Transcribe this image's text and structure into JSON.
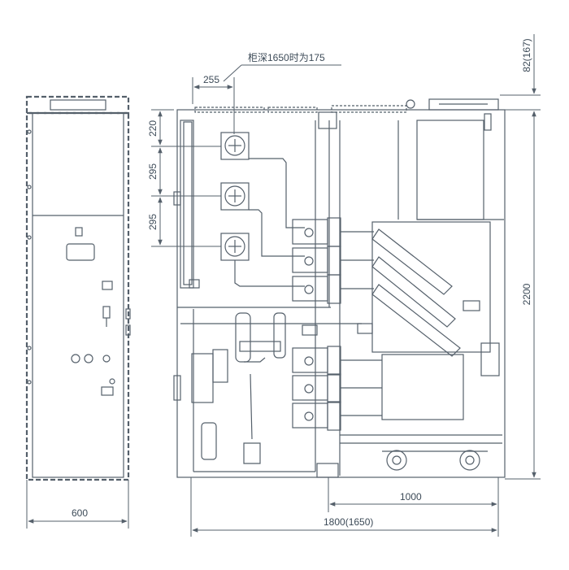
{
  "colors": {
    "line": "#55606b",
    "dim": "#3c4a57",
    "background": "#ffffff"
  },
  "dimensions": {
    "front_width": "600",
    "top_offset": "255",
    "depth_note": "柜深1650时为175",
    "v_220": "220",
    "v_295_a": "295",
    "v_295_b": "295",
    "top_height": "82(167)",
    "height": "2200",
    "rear_depth": "1000",
    "total_depth": "1800(1650)"
  }
}
